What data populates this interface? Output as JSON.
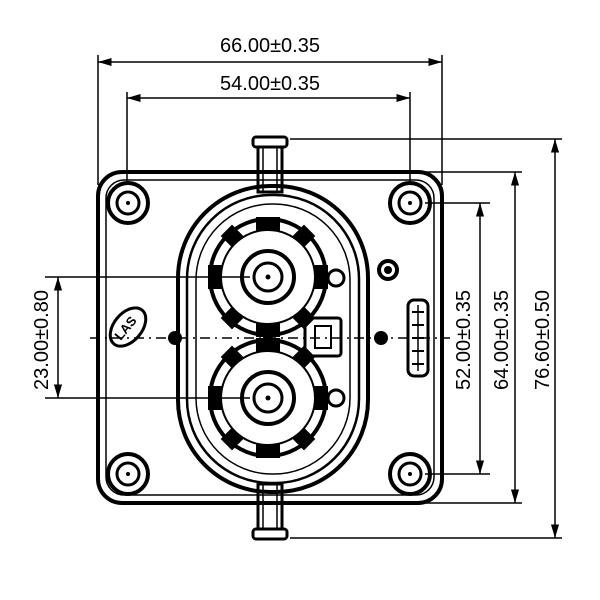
{
  "dimensions": {
    "overall_width": "66.00±0.35",
    "hole_spacing_horizontal": "54.00±0.35",
    "terminal_spacing": "23.00±0.80",
    "hole_spacing_vertical": "52.00±0.35",
    "flange_height": "64.00±0.35",
    "overall_height": "76.60±0.50"
  },
  "part": {
    "logo_text": "LAS"
  }
}
